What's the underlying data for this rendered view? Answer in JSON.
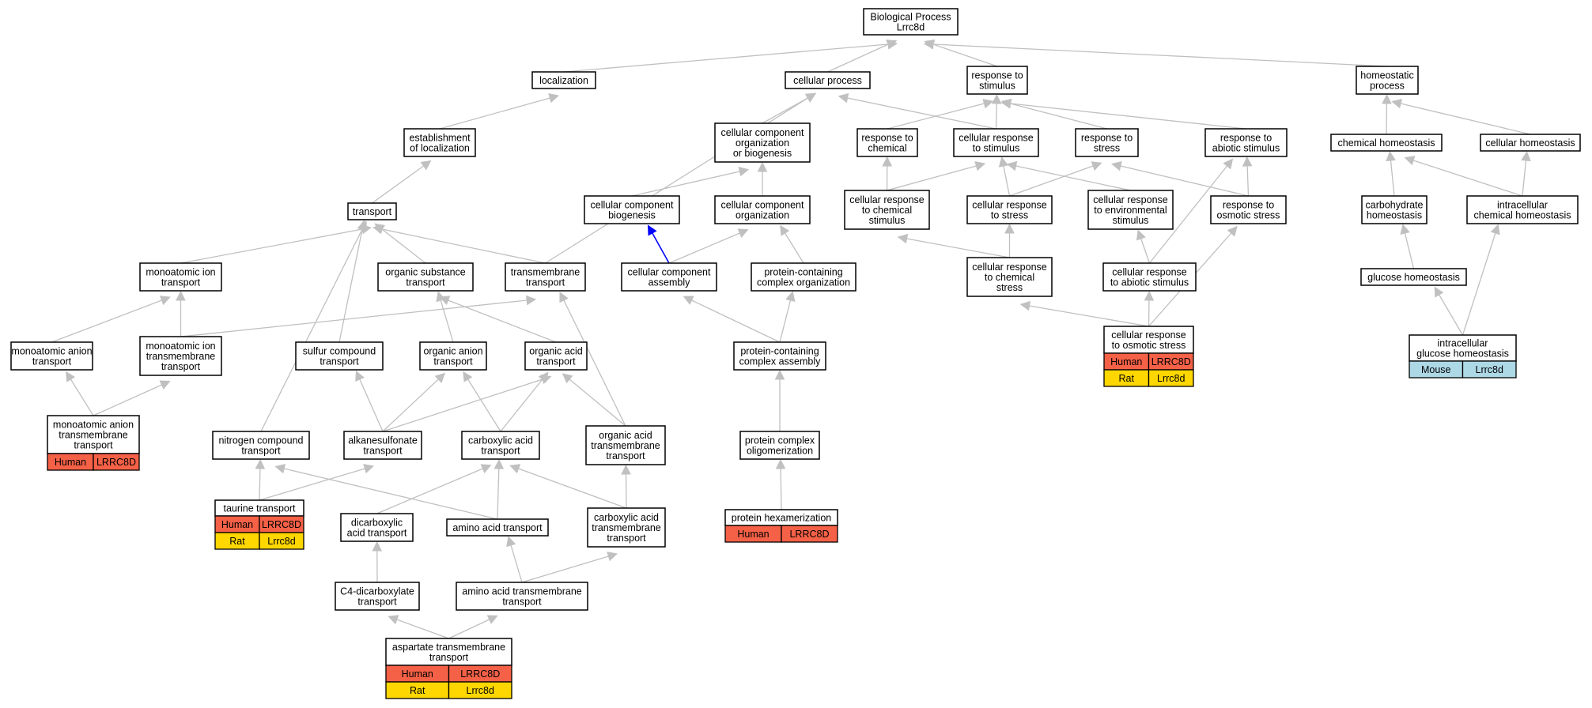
{
  "colors": {
    "human": "#f56147",
    "rat": "#ffd700",
    "mouse": "#add8e6",
    "edge": "#c0c0c0",
    "highlight_edge": "#0000ff"
  },
  "nodes": [
    {
      "id": "bp",
      "lines": [
        "Biological Process",
        "Lrrc8d"
      ]
    },
    {
      "id": "loc",
      "lines": [
        "localization"
      ]
    },
    {
      "id": "cellproc",
      "lines": [
        "cellular process"
      ]
    },
    {
      "id": "resp_stim",
      "lines": [
        "response to",
        "stimulus"
      ]
    },
    {
      "id": "homeo_proc",
      "lines": [
        "homeostatic",
        "process"
      ]
    },
    {
      "id": "est_loc",
      "lines": [
        "establishment",
        "of localization"
      ]
    },
    {
      "id": "ccob",
      "lines": [
        "cellular component",
        "organization",
        "or biogenesis"
      ]
    },
    {
      "id": "resp_chem",
      "lines": [
        "response to",
        "chemical"
      ]
    },
    {
      "id": "cell_resp_stim",
      "lines": [
        "cellular response",
        "to stimulus"
      ]
    },
    {
      "id": "resp_stress",
      "lines": [
        "response to",
        "stress"
      ]
    },
    {
      "id": "resp_abiotic",
      "lines": [
        "response to",
        "abiotic stimulus"
      ]
    },
    {
      "id": "chem_homeo",
      "lines": [
        "chemical homeostasis"
      ]
    },
    {
      "id": "cell_homeo",
      "lines": [
        "cellular homeostasis"
      ]
    },
    {
      "id": "transport",
      "lines": [
        "transport"
      ]
    },
    {
      "id": "cc_biogen",
      "lines": [
        "cellular component",
        "biogenesis"
      ]
    },
    {
      "id": "cc_org",
      "lines": [
        "cellular component",
        "organization"
      ]
    },
    {
      "id": "cr_chem_stim",
      "lines": [
        "cellular response",
        "to chemical",
        "stimulus"
      ]
    },
    {
      "id": "cr_stress",
      "lines": [
        "cellular response",
        "to stress"
      ]
    },
    {
      "id": "cr_env",
      "lines": [
        "cellular response",
        "to environmental",
        "stimulus"
      ]
    },
    {
      "id": "resp_osm",
      "lines": [
        "response to",
        "osmotic stress"
      ]
    },
    {
      "id": "carb_homeo",
      "lines": [
        "carbohydrate",
        "homeostasis"
      ]
    },
    {
      "id": "ic_chem_homeo",
      "lines": [
        "intracellular",
        "chemical homeostasis"
      ]
    },
    {
      "id": "mono_ion",
      "lines": [
        "monoatomic ion",
        "transport"
      ]
    },
    {
      "id": "org_sub",
      "lines": [
        "organic substance",
        "transport"
      ]
    },
    {
      "id": "tm_transport",
      "lines": [
        "transmembrane",
        "transport"
      ]
    },
    {
      "id": "cc_assembly",
      "lines": [
        "cellular component",
        "assembly"
      ]
    },
    {
      "id": "pc_org",
      "lines": [
        "protein-containing",
        "complex organization"
      ]
    },
    {
      "id": "cr_chem_stress",
      "lines": [
        "cellular response",
        "to chemical",
        "stress"
      ]
    },
    {
      "id": "cr_abiotic",
      "lines": [
        "cellular response",
        "to abiotic stimulus"
      ]
    },
    {
      "id": "glu_homeo",
      "lines": [
        "glucose homeostasis"
      ]
    },
    {
      "id": "mono_anion",
      "lines": [
        "monoatomic anion",
        "transport"
      ]
    },
    {
      "id": "mono_ion_tm",
      "lines": [
        "monoatomic ion",
        "transmembrane",
        "transport"
      ]
    },
    {
      "id": "sulfur",
      "lines": [
        "sulfur compound",
        "transport"
      ]
    },
    {
      "id": "org_anion",
      "lines": [
        "organic anion",
        "transport"
      ]
    },
    {
      "id": "org_acid",
      "lines": [
        "organic acid",
        "transport"
      ]
    },
    {
      "id": "pc_assembly",
      "lines": [
        "protein-containing",
        "complex assembly"
      ]
    },
    {
      "id": "cr_osm",
      "lines": [
        "cellular response",
        "to osmotic stress"
      ],
      "rows": [
        {
          "species": "Human",
          "gene": "LRRC8D"
        },
        {
          "species": "Rat",
          "gene": "Lrrc8d"
        }
      ]
    },
    {
      "id": "ic_glu_homeo",
      "lines": [
        "intracellular",
        "glucose homeostasis"
      ],
      "rows": [
        {
          "species": "Mouse",
          "gene": "Lrrc8d"
        }
      ]
    },
    {
      "id": "mono_anion_tm",
      "lines": [
        "monoatomic anion",
        "transmembrane",
        "transport"
      ],
      "rows": [
        {
          "species": "Human",
          "gene": "LRRC8D"
        }
      ]
    },
    {
      "id": "nitrogen",
      "lines": [
        "nitrogen compound",
        "transport"
      ]
    },
    {
      "id": "alkane",
      "lines": [
        "alkanesulfonate",
        "transport"
      ]
    },
    {
      "id": "carbox",
      "lines": [
        "carboxylic acid",
        "transport"
      ]
    },
    {
      "id": "oa_tm",
      "lines": [
        "organic acid",
        "transmembrane",
        "transport"
      ]
    },
    {
      "id": "pc_oligo",
      "lines": [
        "protein complex",
        "oligomerization"
      ]
    },
    {
      "id": "taurine",
      "lines": [
        "taurine transport"
      ],
      "rows": [
        {
          "species": "Human",
          "gene": "LRRC8D"
        },
        {
          "species": "Rat",
          "gene": "Lrrc8d"
        }
      ]
    },
    {
      "id": "dicarbox",
      "lines": [
        "dicarboxylic",
        "acid transport"
      ]
    },
    {
      "id": "aa_transport",
      "lines": [
        "amino acid transport"
      ]
    },
    {
      "id": "ca_tm",
      "lines": [
        "carboxylic acid",
        "transmembrane",
        "transport"
      ]
    },
    {
      "id": "p_hexamer",
      "lines": [
        "protein hexamerization"
      ],
      "rows": [
        {
          "species": "Human",
          "gene": "LRRC8D"
        }
      ]
    },
    {
      "id": "c4_dicarb",
      "lines": [
        "C4-dicarboxylate",
        "transport"
      ]
    },
    {
      "id": "aa_tm",
      "lines": [
        "amino acid transmembrane",
        "transport"
      ]
    },
    {
      "id": "asp_tm",
      "lines": [
        "aspartate transmembrane",
        "transport"
      ],
      "rows": [
        {
          "species": "Human",
          "gene": "LRRC8D"
        },
        {
          "species": "Rat",
          "gene": "Lrrc8d"
        }
      ]
    }
  ],
  "edges": [
    {
      "from": "loc",
      "to": "bp"
    },
    {
      "from": "cellproc",
      "to": "bp"
    },
    {
      "from": "resp_stim",
      "to": "bp"
    },
    {
      "from": "homeo_proc",
      "to": "bp"
    },
    {
      "from": "est_loc",
      "to": "loc"
    },
    {
      "from": "ccob",
      "to": "cellproc"
    },
    {
      "from": "cell_resp_stim",
      "to": "cellproc"
    },
    {
      "from": "tm_transport",
      "to": "cellproc"
    },
    {
      "from": "resp_chem",
      "to": "resp_stim"
    },
    {
      "from": "cell_resp_stim",
      "to": "resp_stim"
    },
    {
      "from": "resp_stress",
      "to": "resp_stim"
    },
    {
      "from": "resp_abiotic",
      "to": "resp_stim"
    },
    {
      "from": "chem_homeo",
      "to": "homeo_proc"
    },
    {
      "from": "cell_homeo",
      "to": "homeo_proc"
    },
    {
      "from": "transport",
      "to": "est_loc"
    },
    {
      "from": "cc_biogen",
      "to": "ccob"
    },
    {
      "from": "cc_org",
      "to": "ccob"
    },
    {
      "from": "cr_chem_stim",
      "to": "resp_chem"
    },
    {
      "from": "cr_chem_stim",
      "to": "cell_resp_stim"
    },
    {
      "from": "cr_stress",
      "to": "cell_resp_stim"
    },
    {
      "from": "cr_env",
      "to": "cell_resp_stim"
    },
    {
      "from": "cr_stress",
      "to": "resp_stress"
    },
    {
      "from": "resp_osm",
      "to": "resp_stress"
    },
    {
      "from": "resp_osm",
      "to": "resp_abiotic"
    },
    {
      "from": "cr_abiotic",
      "to": "resp_abiotic"
    },
    {
      "from": "carb_homeo",
      "to": "chem_homeo"
    },
    {
      "from": "ic_chem_homeo",
      "to": "chem_homeo"
    },
    {
      "from": "ic_chem_homeo",
      "to": "cell_homeo"
    },
    {
      "from": "mono_ion",
      "to": "transport"
    },
    {
      "from": "org_sub",
      "to": "transport"
    },
    {
      "from": "tm_transport",
      "to": "transport"
    },
    {
      "from": "sulfur",
      "to": "transport"
    },
    {
      "from": "nitrogen",
      "to": "transport"
    },
    {
      "from": "cc_assembly",
      "to": "cc_biogen",
      "highlight": true
    },
    {
      "from": "cc_assembly",
      "to": "cc_org"
    },
    {
      "from": "pc_org",
      "to": "cc_org"
    },
    {
      "from": "cr_chem_stress",
      "to": "cr_chem_stim"
    },
    {
      "from": "cr_chem_stress",
      "to": "cr_stress"
    },
    {
      "from": "cr_abiotic",
      "to": "cr_env"
    },
    {
      "from": "glu_homeo",
      "to": "carb_homeo"
    },
    {
      "from": "mono_anion",
      "to": "mono_ion"
    },
    {
      "from": "mono_ion_tm",
      "to": "mono_ion"
    },
    {
      "from": "mono_ion_tm",
      "to": "tm_transport"
    },
    {
      "from": "org_anion",
      "to": "org_sub"
    },
    {
      "from": "org_acid",
      "to": "org_sub"
    },
    {
      "from": "oa_tm",
      "to": "tm_transport"
    },
    {
      "from": "pc_assembly",
      "to": "cc_assembly"
    },
    {
      "from": "pc_assembly",
      "to": "pc_org"
    },
    {
      "from": "cr_osm",
      "to": "cr_chem_stress"
    },
    {
      "from": "cr_osm",
      "to": "cr_abiotic"
    },
    {
      "from": "cr_osm",
      "to": "resp_osm"
    },
    {
      "from": "ic_glu_homeo",
      "to": "glu_homeo"
    },
    {
      "from": "ic_glu_homeo",
      "to": "ic_chem_homeo"
    },
    {
      "from": "mono_anion_tm",
      "to": "mono_anion"
    },
    {
      "from": "mono_anion_tm",
      "to": "mono_ion_tm"
    },
    {
      "from": "alkane",
      "to": "sulfur"
    },
    {
      "from": "alkane",
      "to": "org_anion"
    },
    {
      "from": "alkane",
      "to": "org_acid"
    },
    {
      "from": "carbox",
      "to": "org_anion"
    },
    {
      "from": "carbox",
      "to": "org_acid"
    },
    {
      "from": "oa_tm",
      "to": "org_acid"
    },
    {
      "from": "pc_oligo",
      "to": "pc_assembly"
    },
    {
      "from": "taurine",
      "to": "nitrogen"
    },
    {
      "from": "taurine",
      "to": "alkane"
    },
    {
      "from": "dicarbox",
      "to": "carbox"
    },
    {
      "from": "aa_transport",
      "to": "carbox"
    },
    {
      "from": "aa_transport",
      "to": "nitrogen"
    },
    {
      "from": "ca_tm",
      "to": "carbox"
    },
    {
      "from": "ca_tm",
      "to": "oa_tm"
    },
    {
      "from": "p_hexamer",
      "to": "pc_oligo"
    },
    {
      "from": "c4_dicarb",
      "to": "dicarbox"
    },
    {
      "from": "aa_tm",
      "to": "aa_transport"
    },
    {
      "from": "aa_tm",
      "to": "ca_tm"
    },
    {
      "from": "asp_tm",
      "to": "c4_dicarb"
    },
    {
      "from": "asp_tm",
      "to": "aa_tm"
    }
  ]
}
